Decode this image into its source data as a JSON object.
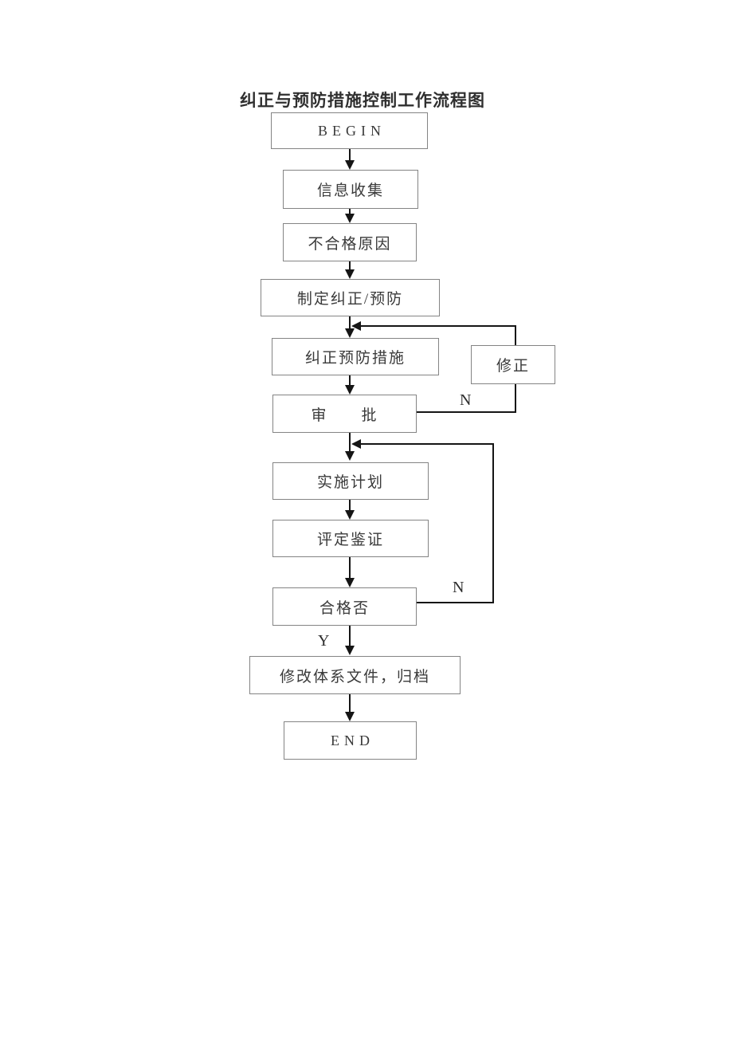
{
  "page": {
    "title": "纠正与预防措施控制工作流程图"
  },
  "flowchart": {
    "nodes": {
      "begin": "BEGIN",
      "info_collection": "信息收集",
      "nonconformity_cause": "不合格原因",
      "formulate_corrective_preventive": "制定纠正/预防",
      "corrective_preventive_measures": "纠正预防措施",
      "revision": "修正",
      "approval": "审　　批",
      "implementation_plan": "实施计划",
      "evaluation_verification": "评定鉴证",
      "qualified_check": "合格否",
      "modify_archive": "修改体系文件，归档",
      "end": "END"
    },
    "edge_labels": {
      "approval_no": "N",
      "qualified_no": "N",
      "qualified_yes": "Y"
    },
    "colors": {
      "background": "#ffffff",
      "box_border": "#848484",
      "line": "#151515",
      "text": "#3a3a3a"
    }
  }
}
